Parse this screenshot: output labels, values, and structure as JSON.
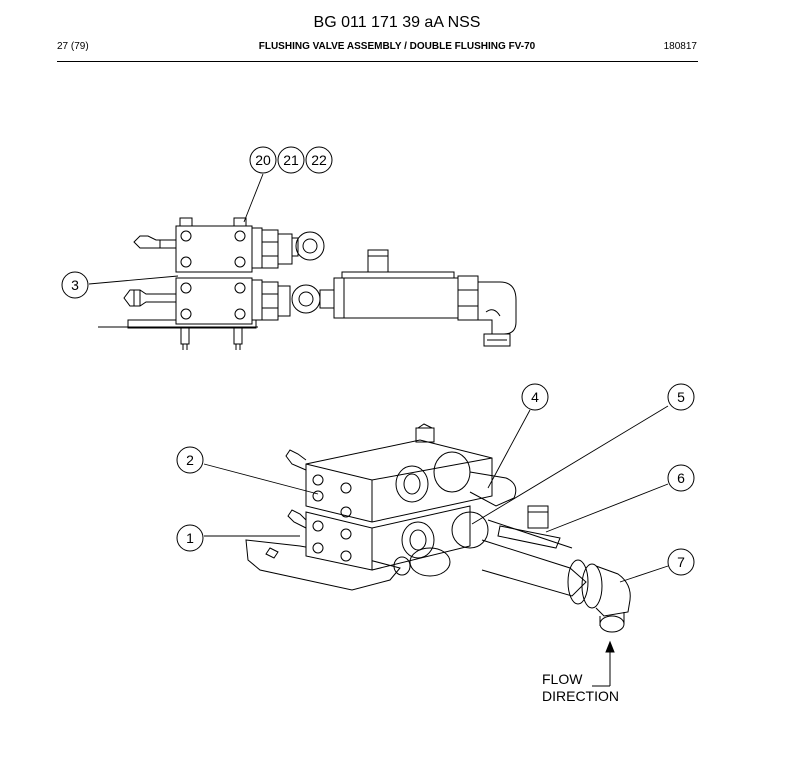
{
  "header": {
    "doc_title": "BG 011 171 39 aA NSS",
    "page": "27 (79)",
    "section": "FLUSHING VALVE ASSEMBLY / DOUBLE FLUSHING FV-70",
    "date": "180817"
  },
  "callouts": [
    {
      "label": "20"
    },
    {
      "label": "21"
    },
    {
      "label": "22"
    },
    {
      "label": "3"
    },
    {
      "label": "4"
    },
    {
      "label": "5"
    },
    {
      "label": "2"
    },
    {
      "label": "6"
    },
    {
      "label": "1"
    },
    {
      "label": "7"
    }
  ],
  "flow": {
    "line1": "FLOW",
    "line2": "DIRECTION"
  }
}
